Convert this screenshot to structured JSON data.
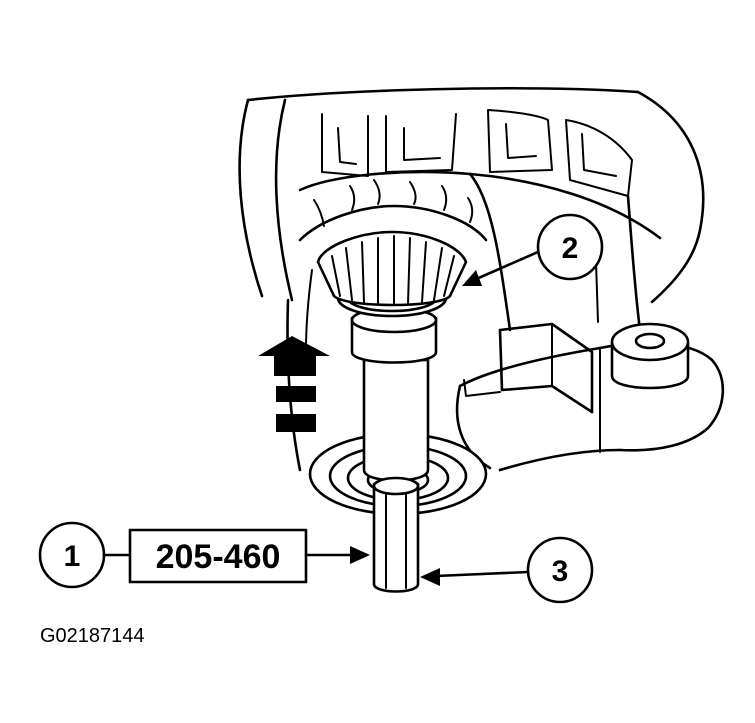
{
  "callouts": [
    {
      "number": "1"
    },
    {
      "number": "2"
    },
    {
      "number": "3"
    }
  ],
  "tool_number": "205-460",
  "figure_id": "G02187144"
}
